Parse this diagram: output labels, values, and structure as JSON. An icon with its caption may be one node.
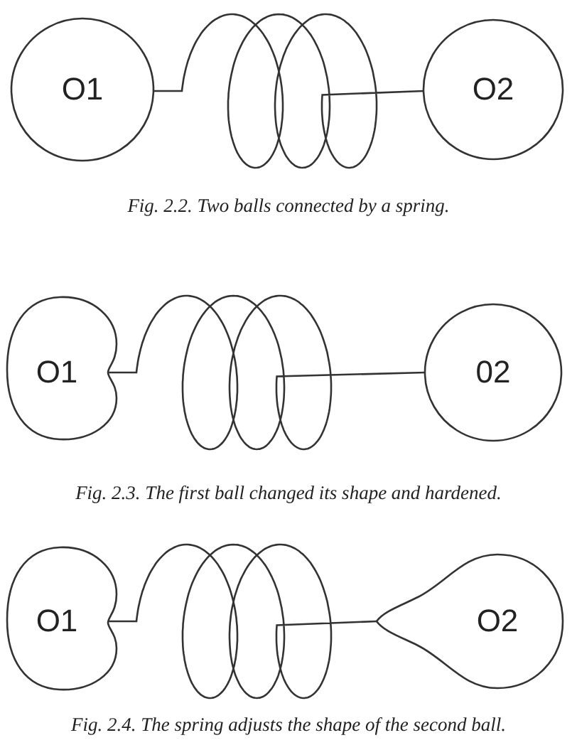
{
  "diagram": {
    "nodes": [
      {
        "text": [
          "O1"
        ]
      },
      {
        "text": [
          "O2"
        ]
      },
      {
        "text": [
          "O1"
        ]
      },
      {
        "text": [
          "02"
        ]
      },
      {
        "text": [
          "O1"
        ]
      },
      {
        "text": [
          "O2"
        ]
      }
    ],
    "edges": [
      {
        "from": 0,
        "to": 1,
        "arrow": "none"
      },
      {
        "from": 2,
        "to": 3,
        "arrow": "none"
      },
      {
        "from": 4,
        "to": 5,
        "arrow": "none"
      }
    ],
    "labels": [
      "Fig. 2.2. Two balls connected by a spring.",
      "Fig. 2.3. The first ball changed its shape and hardened.",
      "Fig. 2.4. The spring adjusts the shape of the second ball."
    ]
  }
}
